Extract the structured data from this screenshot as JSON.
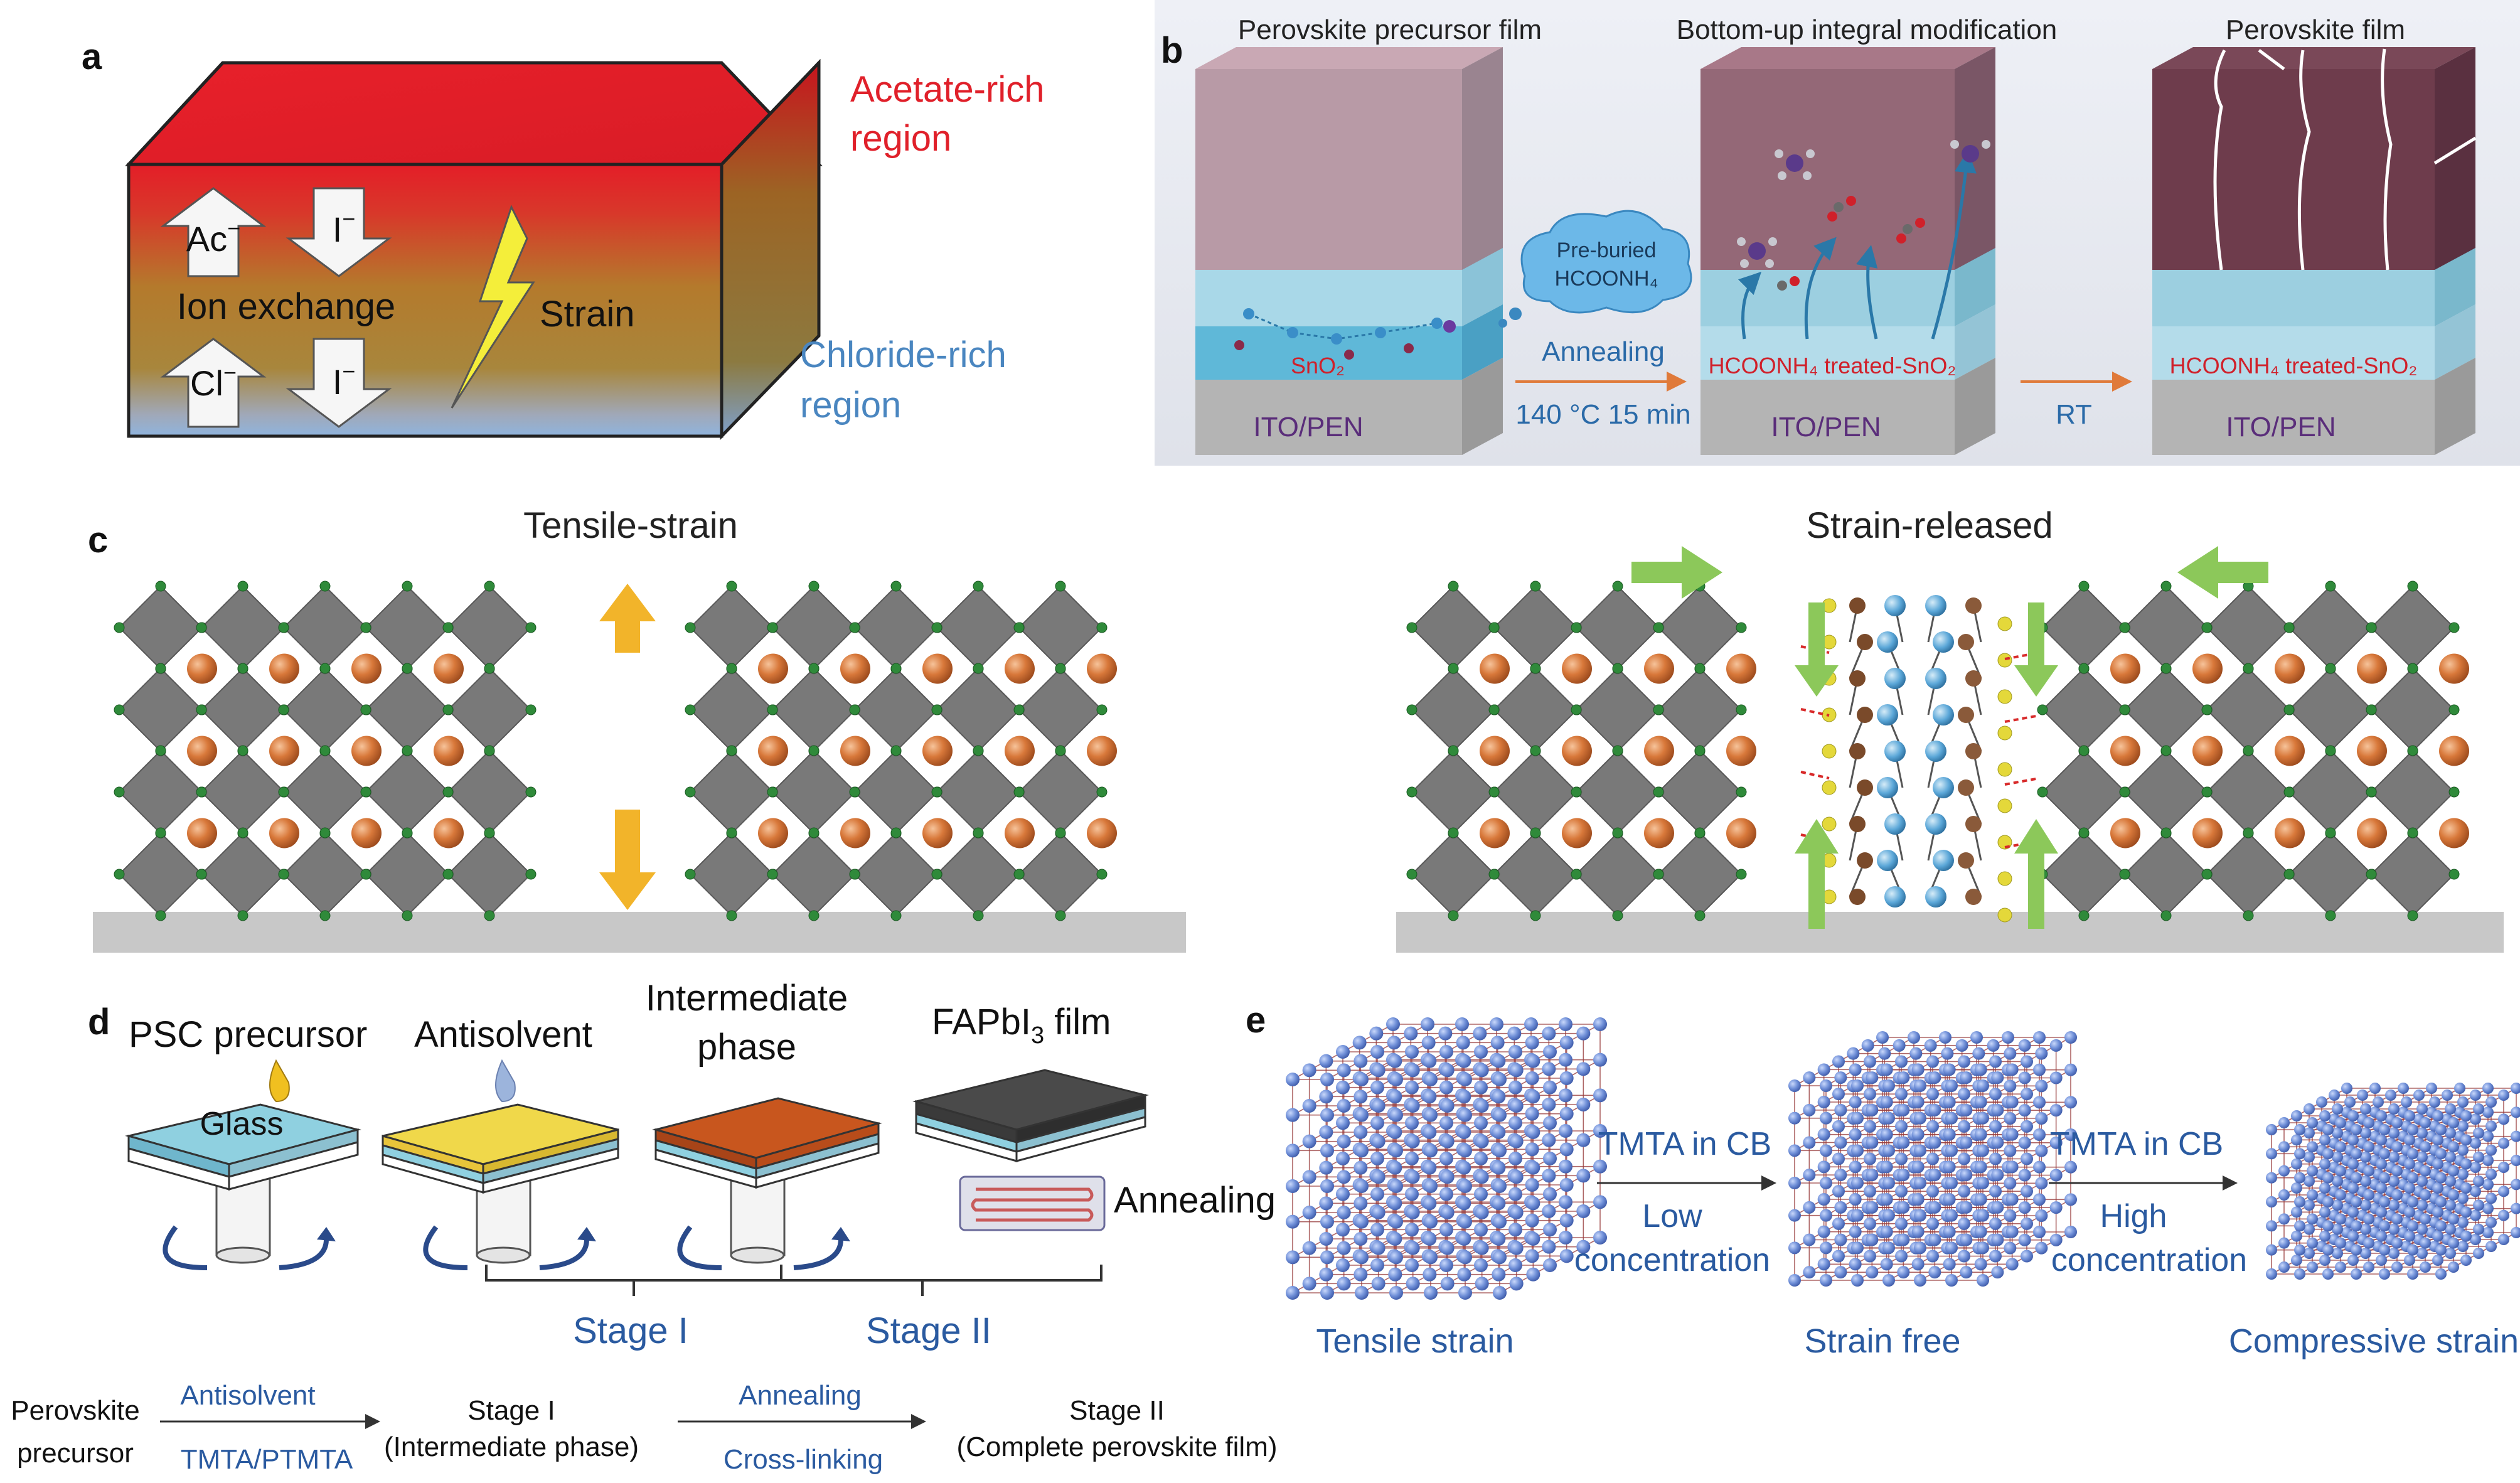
{
  "panel_labels": {
    "a": "a",
    "b": "b",
    "c": "c",
    "d": "d",
    "e": "e"
  },
  "panel_a": {
    "acetate_line1": "Acetate-rich",
    "acetate_line2": "region",
    "chloride_line1": "Chloride-rich",
    "chloride_line2": "region",
    "ac": "Ac",
    "ac_sup": "−",
    "i": "I",
    "i_sup": "−",
    "cl": "Cl",
    "cl_sup": "−",
    "ion_exchange": "Ion exchange",
    "strain": "Strain",
    "colors": {
      "acetate": "#e0202a",
      "chloride": "#4a86c0",
      "mid": "#b07d2a"
    }
  },
  "panel_b": {
    "title_1": "Perovskite precursor film",
    "title_2": "Bottom-up integral modification",
    "title_3": "Perovskite film",
    "substrate": "ITO/PEN",
    "sno2": "SnO₂",
    "treated": "HCOONH₄ treated-SnO₂",
    "cloud_line1": "Pre-buried",
    "cloud_line2": "HCOONH₄",
    "annealing": "Annealing",
    "annealing_cond": "140 °C 15 min",
    "rt": "RT",
    "colors": {
      "label_blue": "#2a6aa8",
      "substrate_text": "#5a2d7a",
      "red_text": "#d0202a"
    }
  },
  "panel_c": {
    "left_title": "Tensile-strain",
    "right_title": "Strain-released",
    "colors": {
      "octahedron": "#6e6e6e",
      "a_cation": "#d77a3a",
      "halide": "#2f8a3a",
      "arrow_yellow": "#f2b42a",
      "arrow_green": "#8cc85a",
      "ligand_blue": "#5ba7d8"
    }
  },
  "panel_d": {
    "psc_precursor": "PSC precursor",
    "glass": "Glass",
    "antisolvent": "Antisolvent",
    "intermediate_1": "Intermediate",
    "intermediate_2": "phase",
    "fapbi3_a": "FAPbI",
    "fapbi3_sub": "3",
    "fapbi3_b": " film",
    "annealing": "Annealing",
    "stage_i": "Stage I",
    "stage_ii": "Stage II",
    "flow": {
      "start_1": "Perovskite",
      "start_2": "precursor",
      "arrow1_top": "Antisolvent",
      "arrow1_bottom": "TMTA/PTMTA",
      "mid_1": "Stage I",
      "mid_2": "(Intermediate phase)",
      "arrow2_top": "Annealing",
      "arrow2_bottom": "Cross-linking",
      "end_1": "Stage II",
      "end_2": "(Complete perovskite film)"
    },
    "colors": {
      "stage_blue": "#2a5aa0",
      "yellow": "#f0d84a",
      "orange": "#c8561e",
      "dark": "#4a4a4a"
    }
  },
  "panel_e": {
    "arrow1_top": "TMTA in CB",
    "arrow1_b1": "Low",
    "arrow1_b2": "concentration",
    "arrow2_top": "TMTA in CB",
    "arrow2_b1": "High",
    "arrow2_b2": "concentration",
    "cap1": "Tensile strain",
    "cap2": "Strain free",
    "cap3": "Compressive strain",
    "colors": {
      "caption_blue": "#2a5aa0",
      "atom": "#6f8fd8",
      "bond": "#9a4040"
    }
  }
}
